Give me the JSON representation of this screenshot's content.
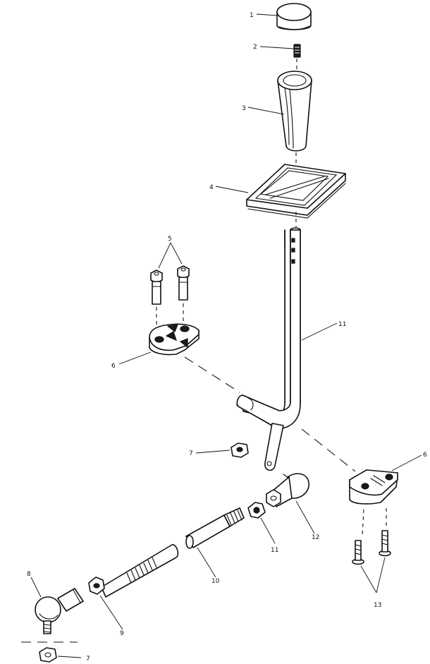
{
  "callouts": [
    {
      "id": "c1",
      "text": "1"
    },
    {
      "id": "c2",
      "text": "2"
    },
    {
      "id": "c3",
      "text": "3"
    },
    {
      "id": "c4",
      "text": "4"
    },
    {
      "id": "c5",
      "text": "5"
    },
    {
      "id": "c6a",
      "text": "6"
    },
    {
      "id": "c6b",
      "text": "6"
    },
    {
      "id": "c7a",
      "text": "7"
    },
    {
      "id": "c7b",
      "text": "7"
    },
    {
      "id": "c8",
      "text": "8"
    },
    {
      "id": "c9",
      "text": "9"
    },
    {
      "id": "c10",
      "text": "10"
    },
    {
      "id": "c11a",
      "text": "11"
    },
    {
      "id": "c11b",
      "text": "11"
    },
    {
      "id": "c12",
      "text": "12"
    },
    {
      "id": "c13",
      "text": "13"
    }
  ]
}
